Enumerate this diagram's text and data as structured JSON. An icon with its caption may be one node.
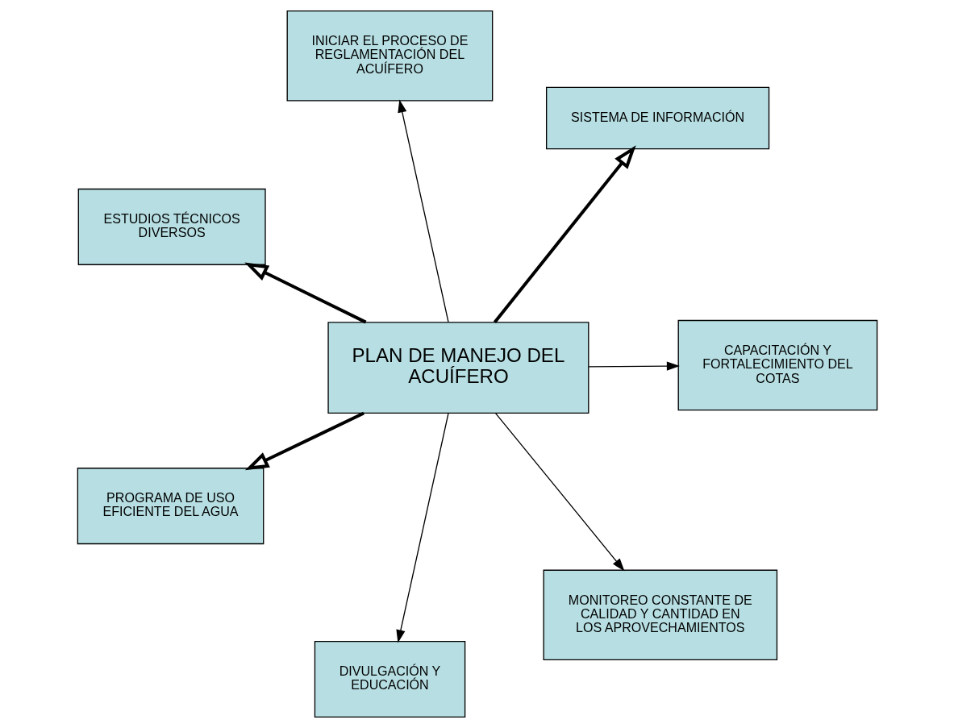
{
  "diagram": {
    "nodes": [
      {
        "text": [
          "PLAN DE MANEJO DEL ACUÍFERO"
        ]
      },
      {
        "text": [
          "CAPACITACIÓN Y FORTALECIMIENTO DEL COTAS"
        ]
      },
      {
        "text": [
          "DIVULGACIÓN Y EDUCACIÓN"
        ]
      },
      {
        "text": [
          "ESTUDIOS TÉCNICOS DIVERSOS"
        ]
      },
      {
        "text": [
          "SISTEMA DE INFORMACIÓN"
        ]
      },
      {
        "text": [
          "INICIAR EL PROCESO DE REGLAMENTACIÓN DEL ACUÍFERO"
        ]
      },
      {
        "text": [
          "PROGRAMA DE USO EFICIENTE DEL AGUA"
        ]
      },
      {
        "text": [
          "MONITOREO CONSTANTE DE CALIDAD Y CANTIDAD EN LOS APROVECHAMIENTOS"
        ]
      }
    ],
    "edges": [
      {
        "from": 0,
        "to": 1,
        "arrow": "to"
      },
      {
        "from": 0,
        "to": 2,
        "arrow": "to"
      },
      {
        "from": 0,
        "to": 3,
        "arrow": "to",
        "style": "thick"
      },
      {
        "from": 0,
        "to": 4,
        "arrow": "to",
        "style": "thick"
      },
      {
        "from": 0,
        "to": 5,
        "arrow": "to"
      },
      {
        "from": 0,
        "to": 6,
        "arrow": "to",
        "style": "thick"
      },
      {
        "from": 0,
        "to": 7,
        "arrow": "to"
      }
    ]
  }
}
